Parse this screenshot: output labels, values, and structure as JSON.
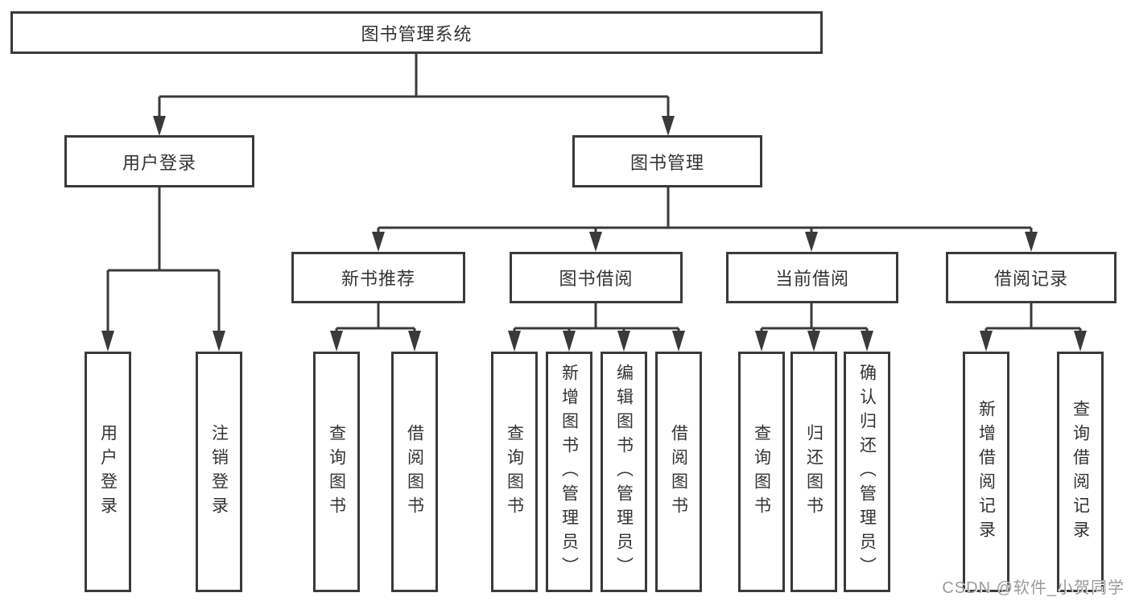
{
  "diagram": {
    "title": "图书管理系统",
    "root": {
      "label": "图书管理系统"
    },
    "level2": [
      {
        "label": "用户登录"
      },
      {
        "label": "图书管理"
      }
    ],
    "level3": [
      {
        "label": "新书推荐",
        "parent": "图书管理"
      },
      {
        "label": "图书借阅",
        "parent": "图书管理"
      },
      {
        "label": "当前借阅",
        "parent": "图书管理"
      },
      {
        "label": "借阅记录",
        "parent": "图书管理"
      }
    ],
    "leaves": [
      {
        "label": "用户登录",
        "parent": "用户登录"
      },
      {
        "label": "注销登录",
        "parent": "用户登录"
      },
      {
        "label": "查询图书",
        "parent": "新书推荐"
      },
      {
        "label": "借阅图书",
        "parent": "新书推荐"
      },
      {
        "label": "查询图书",
        "parent": "图书借阅"
      },
      {
        "label": "新增图书（管理员）",
        "parent": "图书借阅"
      },
      {
        "label": "编辑图书（管理员）",
        "parent": "图书借阅"
      },
      {
        "label": "借阅图书",
        "parent": "图书借阅"
      },
      {
        "label": "查询图书",
        "parent": "当前借阅"
      },
      {
        "label": "归还图书",
        "parent": "当前借阅"
      },
      {
        "label": "确认归还（管理员）",
        "parent": "当前借阅"
      },
      {
        "label": "新增借阅记录",
        "parent": "借阅记录"
      },
      {
        "label": "查询借阅记录",
        "parent": "借阅记录"
      }
    ]
  },
  "watermark": {
    "text": "CSDN @软件_小贺同学"
  },
  "colors": {
    "line": "#3a3a3a",
    "text": "#333333",
    "background": "#ffffff",
    "box_fill": "#ffffff",
    "watermark": "#9a9a9a"
  }
}
